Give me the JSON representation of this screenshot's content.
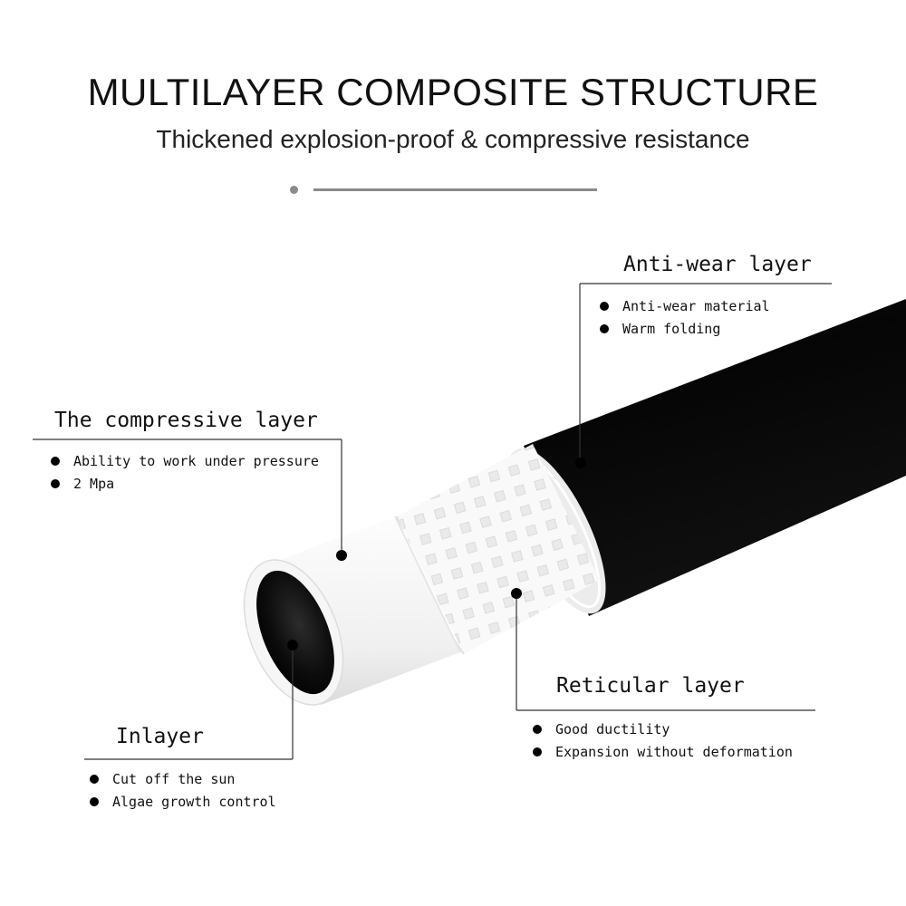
{
  "header": {
    "title": "MULTILAYER COMPOSITE STRUCTURE",
    "subtitle": "Thickened explosion-proof & compressive resistance"
  },
  "layers": {
    "anti_wear": {
      "label": "Anti-wear layer",
      "bullets": [
        "Anti-wear material",
        "Warm folding"
      ]
    },
    "compressive": {
      "label": "The compressive layer",
      "bullets": [
        "Ability to work under pressure",
        "2 Mpa"
      ]
    },
    "reticular": {
      "label": "Reticular layer",
      "bullets": [
        "Good ductility",
        "Expansion without deformation"
      ]
    },
    "inlayer": {
      "label": "Inlayer",
      "bullets": [
        "Cut off the sun",
        "Algae growth control"
      ]
    }
  },
  "colors": {
    "outer_jacket": "#0d0d0d",
    "mesh": "#f4f4f4",
    "inner_white": "#ffffff",
    "leader": "#333333"
  }
}
